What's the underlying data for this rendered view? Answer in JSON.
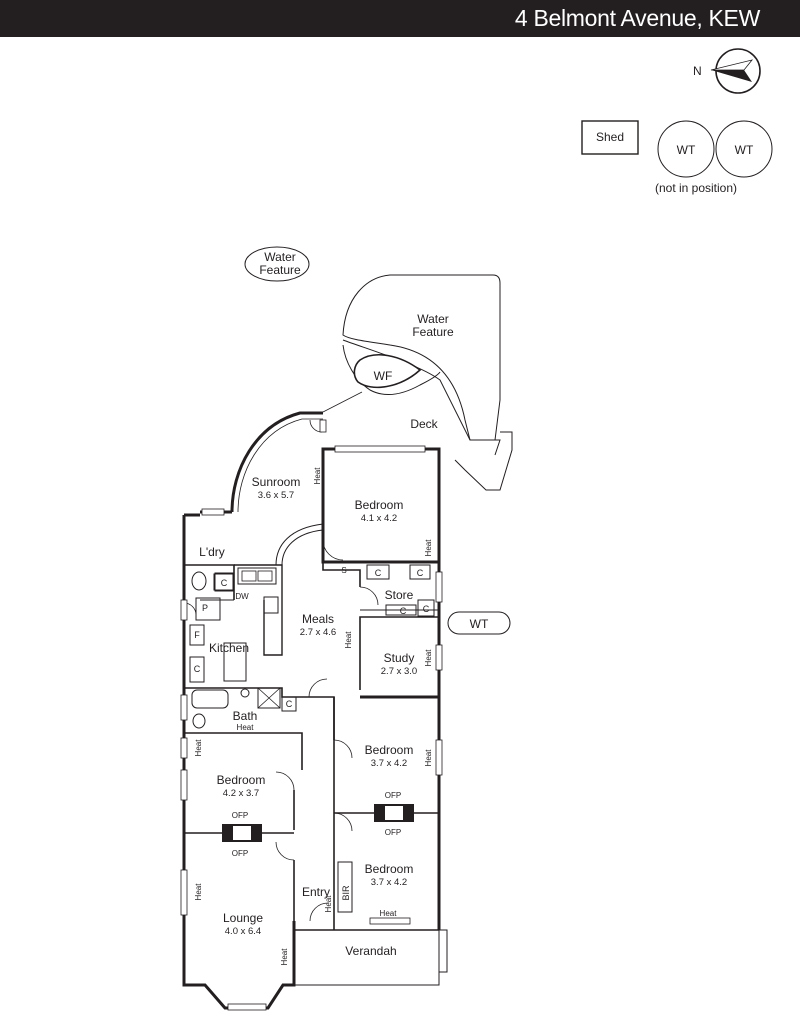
{
  "header": {
    "title": "4 Belmont Avenue, KEW"
  },
  "compass": {
    "label": "N"
  },
  "outbuildings": {
    "shed": "Shed",
    "water_tank_1": "WT",
    "water_tank_2": "WT",
    "note": "(not in position)",
    "side_water_tank": "WT"
  },
  "garden": {
    "water_feature_small_line1": "Water",
    "water_feature_small_line2": "Feature",
    "water_feature_large_line1": "Water",
    "water_feature_large_line2": "Feature",
    "wf": "WF",
    "deck": "Deck",
    "verandah": "Verandah"
  },
  "rooms": {
    "sunroom": {
      "name": "Sunroom",
      "dim": "3.6 x 5.7"
    },
    "bedroom_rear": {
      "name": "Bedroom",
      "dim": "4.1 x 4.2"
    },
    "laundry": {
      "name": "L'dry"
    },
    "meals": {
      "name": "Meals",
      "dim": "2.7 x 4.6"
    },
    "store": {
      "name": "Store"
    },
    "kitchen": {
      "name": "Kitchen"
    },
    "study": {
      "name": "Study",
      "dim": "2.7 x 3.0"
    },
    "bath": {
      "name": "Bath"
    },
    "bedroom_mid_right": {
      "name": "Bedroom",
      "dim": "3.7 x 4.2"
    },
    "bedroom_left": {
      "name": "Bedroom",
      "dim": "4.2 x 3.7"
    },
    "bedroom_front_right": {
      "name": "Bedroom",
      "dim": "3.7 x 4.2"
    },
    "entry": {
      "name": "Entry"
    },
    "bir": {
      "name": "BIR"
    },
    "lounge": {
      "name": "Lounge",
      "dim": "4.0 x 6.4"
    }
  },
  "fixtures": {
    "heat": "Heat",
    "cupboard": "C",
    "shelf": "S",
    "pantry": "P",
    "fridge": "F",
    "dishwasher": "DW",
    "open_fireplace": "OFP"
  }
}
